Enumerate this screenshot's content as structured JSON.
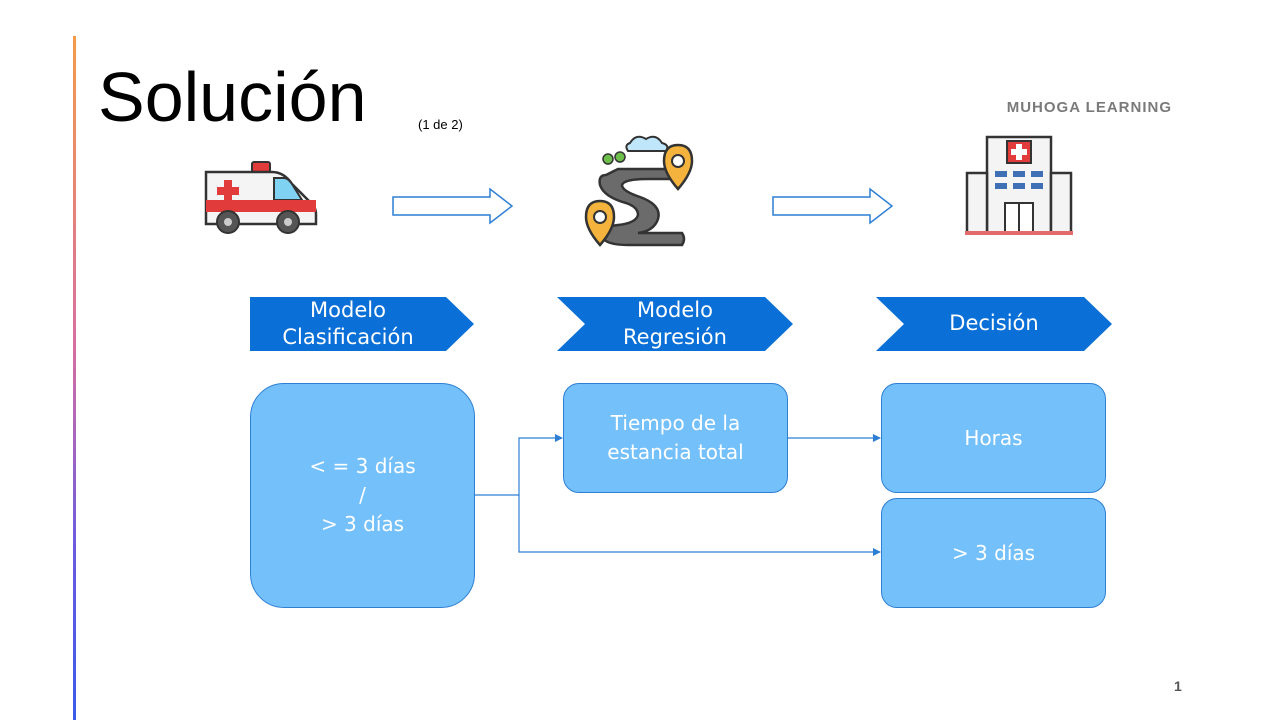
{
  "slide": {
    "title": "Solución",
    "subtitle": "(1 de 2)",
    "brand": "MUHOGA LEARNING",
    "page_number": "1"
  },
  "icons": [
    "ambulance-icon",
    "road-route-icon",
    "hospital-icon"
  ],
  "stages": [
    {
      "label": "Modelo\nClasificación"
    },
    {
      "label": "Modelo\nRegresión"
    },
    {
      "label": "Decisión"
    }
  ],
  "boxes": {
    "classification": "< = 3 días\n/\n> 3 días",
    "regression": "Tiempo de la\nestancia total",
    "hours": "Horas",
    "over3": "> 3 días"
  },
  "colors": {
    "chevron": "#0a6fd6",
    "box_fill": "#74c0fb",
    "box_border": "#2d7fd4",
    "connector": "#2d7fd4"
  }
}
